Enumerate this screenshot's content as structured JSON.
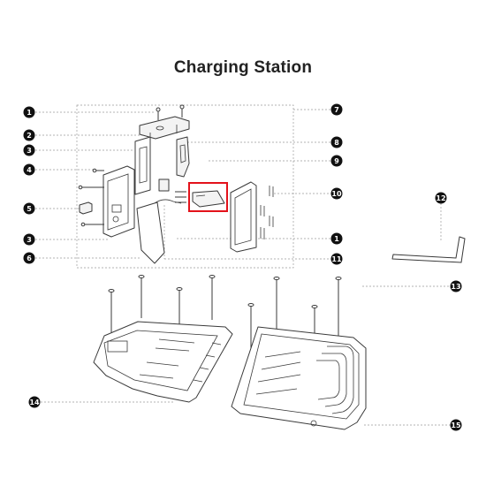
{
  "title": "Charging Station",
  "callouts": [
    {
      "id": "callout-1a",
      "label": "1"
    },
    {
      "id": "callout-2",
      "label": "2"
    },
    {
      "id": "callout-3a",
      "label": "3"
    },
    {
      "id": "callout-4",
      "label": "4"
    },
    {
      "id": "callout-5",
      "label": "5"
    },
    {
      "id": "callout-3b",
      "label": "3"
    },
    {
      "id": "callout-6",
      "label": "6"
    },
    {
      "id": "callout-7",
      "label": "7"
    },
    {
      "id": "callout-8",
      "label": "8"
    },
    {
      "id": "callout-9",
      "label": "9"
    },
    {
      "id": "callout-10",
      "label": "10"
    },
    {
      "id": "callout-1b",
      "label": "1"
    },
    {
      "id": "callout-11",
      "label": "11"
    },
    {
      "id": "callout-12",
      "label": "12"
    },
    {
      "id": "callout-13",
      "label": "13"
    },
    {
      "id": "callout-14",
      "label": "14"
    },
    {
      "id": "callout-15",
      "label": "15"
    }
  ],
  "highlight_color": "#e3121b",
  "badge_color": "#111111"
}
